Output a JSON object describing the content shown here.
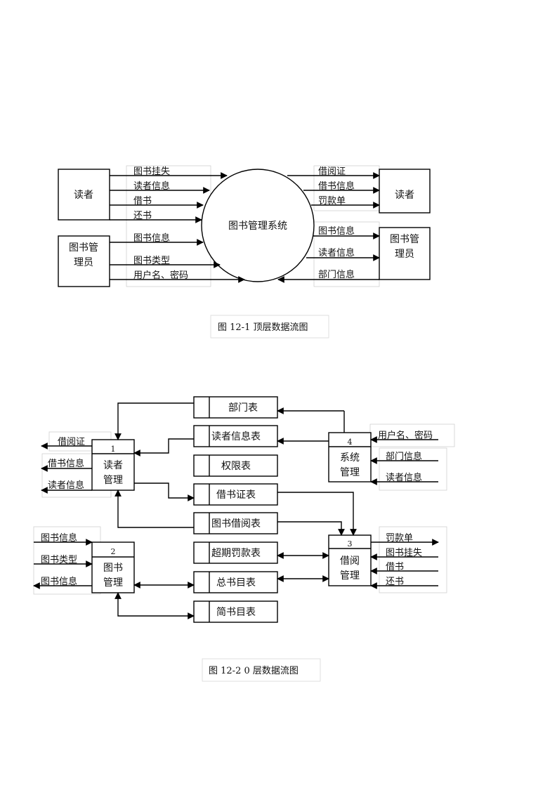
{
  "diagram1": {
    "caption": "图 12-1 顶层数据流图",
    "center": "图书管理系统",
    "reader_left": "读者",
    "admin_left_1": "图书管",
    "admin_left_2": "理员",
    "reader_right": "读者",
    "admin_right_1": "图书管",
    "admin_right_2": "理员",
    "flows_in_reader": [
      "图书挂失",
      "读者信息",
      "借书",
      "还书"
    ],
    "flows_in_admin": [
      "图书信息",
      "图书类型",
      "用户名、密码"
    ],
    "flows_out_reader": [
      "借阅证",
      "借书信息",
      "罚款单"
    ],
    "flows_out_admin": [
      "图书信息",
      "读者信息",
      "部门信息"
    ]
  },
  "diagram2": {
    "caption": "图 12-2   0 层数据流图",
    "p1_num": "1",
    "p1_1": "读者",
    "p1_2": "管理",
    "p2_num": "2",
    "p2_1": "图书",
    "p2_2": "管理",
    "p3_num": "3",
    "p3_1": "借阅",
    "p3_2": "管理",
    "p4_num": "4",
    "p4_1": "系统",
    "p4_2": "管理",
    "stores": [
      "部门表",
      "读者信息表",
      "权限表",
      "借书证表",
      "图书借阅表",
      "超期罚款表",
      "总书目表",
      "简书目表"
    ],
    "p1_out": [
      "借阅证",
      "借书信息",
      "读者信息"
    ],
    "p2_flows": [
      "图书信息",
      "图书类型",
      "图书信息"
    ],
    "p4_in": [
      "用户名、密码",
      "部门信息",
      "读者信息"
    ],
    "p3_flows": [
      "罚款单",
      "图书挂失",
      "借书",
      "还书"
    ]
  }
}
